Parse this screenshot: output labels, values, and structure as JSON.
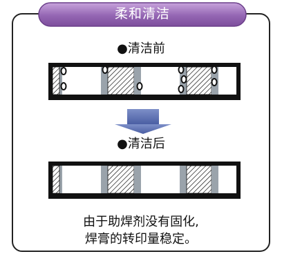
{
  "title": "柔和清洁",
  "before_label": "●清洁前",
  "after_label": "●清洁后",
  "note_line1": "由于助焊剂没有固化,",
  "note_line2": "焊膏的转印量稳定。",
  "colors": {
    "accent": "#8b5ca8",
    "accent_light": "#b98fd0",
    "arrow": "#5a6fb0",
    "arrow_light": "#8a9bd0",
    "gap_gray": "#9aa3ab",
    "outline": "#111111"
  }
}
